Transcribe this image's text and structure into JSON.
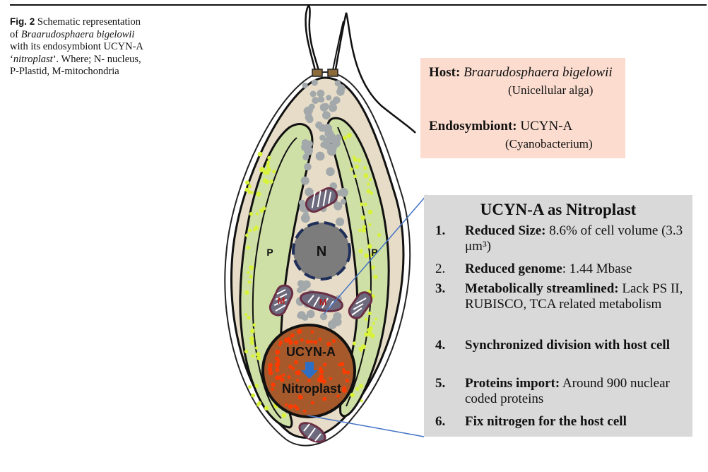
{
  "caption": {
    "fig_label": "Fig. 2",
    "line1": " Schematic representation",
    "of": "of ",
    "species": "Braarudosphaera bigelowii",
    "line3": "with its endosymbiont UCYN-A",
    "quote_open": "‘",
    "nitroplast_term": "nitroplast",
    "quote_rest": "’. Where; N- nucleus,",
    "line5": "P-Plastid, M-mitochondria"
  },
  "cell_labels": {
    "nucleus": "N",
    "plastid_left": "P",
    "plastid_right": "P",
    "mito_1": "M",
    "mito_2": "M",
    "ucyn_top": "UCYN-A",
    "ucyn_bottom": "Nitroplast"
  },
  "host_box": {
    "host_label": "Host:",
    "host_name": "Braarudosphaera bigelowii",
    "host_desc": "(Unicellular alga)",
    "endo_label": "Endosymbiont:",
    "endo_name": "UCYN-A",
    "endo_desc": "(Cyanobacterium)"
  },
  "nitroplast_box": {
    "title": "UCYN-A as Nitroplast",
    "items": [
      {
        "num": "1.",
        "bold": "Reduced Size:",
        "rest": " 8.6% of cell volume (3.3 μm³)"
      },
      {
        "num": "2.",
        "bold": " Reduced genome",
        "rest": ": 1.44 Mbase"
      },
      {
        "num": "3.",
        "bold": "Metabolically streamlined:",
        "rest": " Lack PS II, RUBISCO, TCA related metabolism"
      },
      {
        "num": "4.",
        "bold": "Synchronized division with host cell",
        "rest": ""
      },
      {
        "num": "5.",
        "bold": "Proteins import:",
        "rest": " Around 900 nuclear coded proteins"
      },
      {
        "num": "6.",
        "bold": "Fix nitrogen for the host cell",
        "rest": ""
      }
    ]
  },
  "colors": {
    "host_box_bg": "#fbdccf",
    "nitro_box_bg": "#d9d9d9",
    "cytoplasm": "#e6dcc7",
    "plastid": "#cfe0a6",
    "plastid_dots": "#d8f23a",
    "nucleus": "#7c7c7c",
    "vesicles": "#a3a9ab",
    "ucyn_body": "#a65a2c",
    "ucyn_dots": "#ff3b00",
    "mito_outline": "#6b2f45",
    "arrow": "#2e6fc4",
    "leader_line": "#4472c4"
  }
}
